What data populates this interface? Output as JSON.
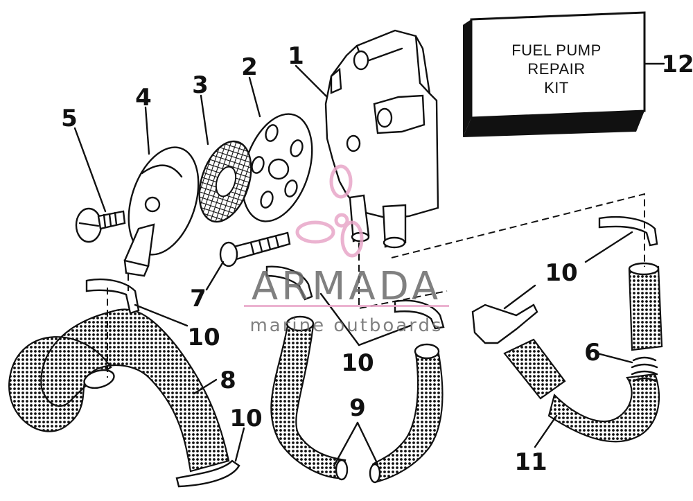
{
  "diagram": {
    "kit_box": {
      "line1": "FUEL PUMP",
      "line2": "REPAIR",
      "line3": "KIT"
    },
    "labels": {
      "p1": "1",
      "p2": "2",
      "p3": "3",
      "p4": "4",
      "p5": "5",
      "p6": "6",
      "p7": "7",
      "p8": "8",
      "p9": "9",
      "p10a": "10",
      "p10b": "10",
      "p10c": "10",
      "p10d": "10",
      "p11": "11",
      "p12": "12"
    },
    "watermark": {
      "brand": "ARMADA",
      "tagline": "marine outboards",
      "color": "#e8a6c8"
    }
  }
}
